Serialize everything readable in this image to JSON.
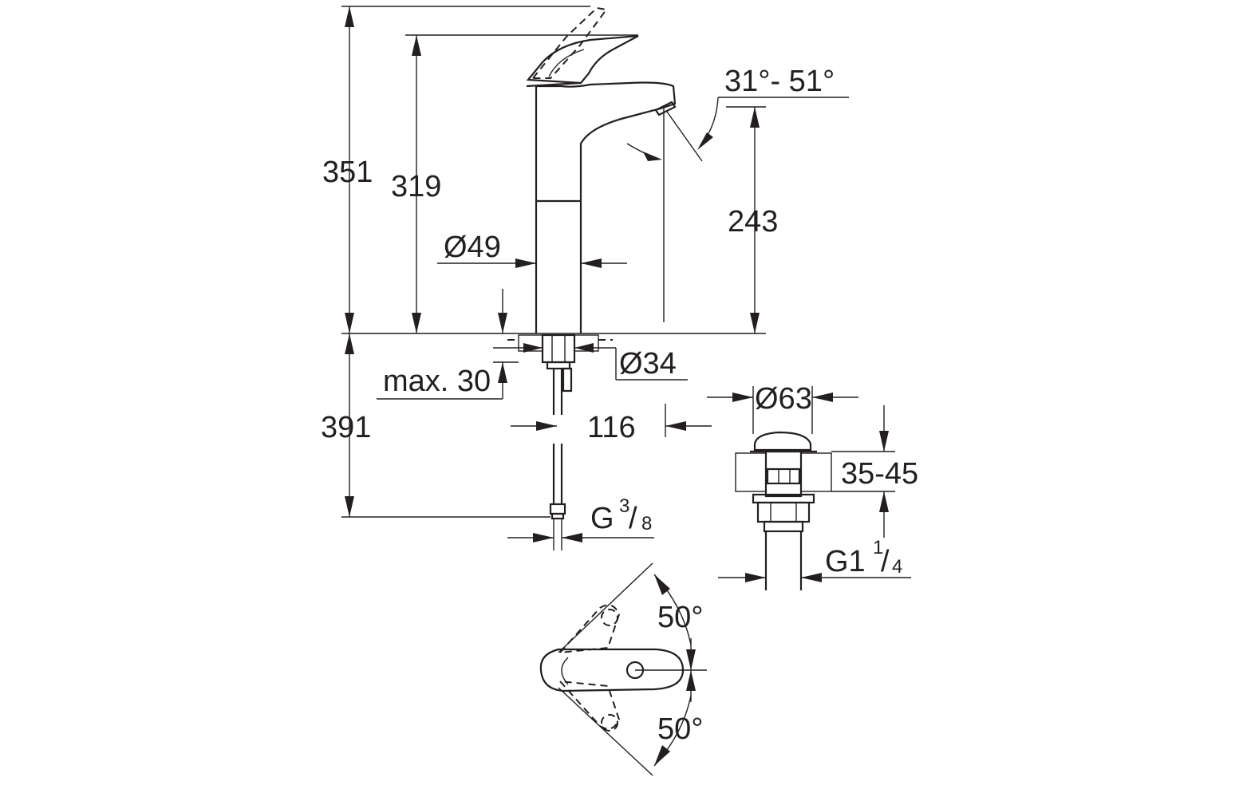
{
  "dimensions": {
    "height_total": "351",
    "height_spout_top": "319",
    "spout_angle": "31°- 51°",
    "spout_height": "243",
    "body_diameter": "Ø49",
    "hole_diameter": "Ø34",
    "max_thickness": "max. 30",
    "below_height": "391",
    "projection": "116",
    "connection_base": "G",
    "connection_num": "3",
    "connection_den": "8",
    "waste_diameter": "Ø63",
    "waste_thickness": "35-45",
    "waste_thread_base": "G1",
    "waste_thread_num": "1",
    "waste_thread_den": "4",
    "lever_angle_top": "50°",
    "lever_angle_bottom": "50°"
  },
  "colors": {
    "line": "#231f20",
    "background": "#ffffff"
  }
}
